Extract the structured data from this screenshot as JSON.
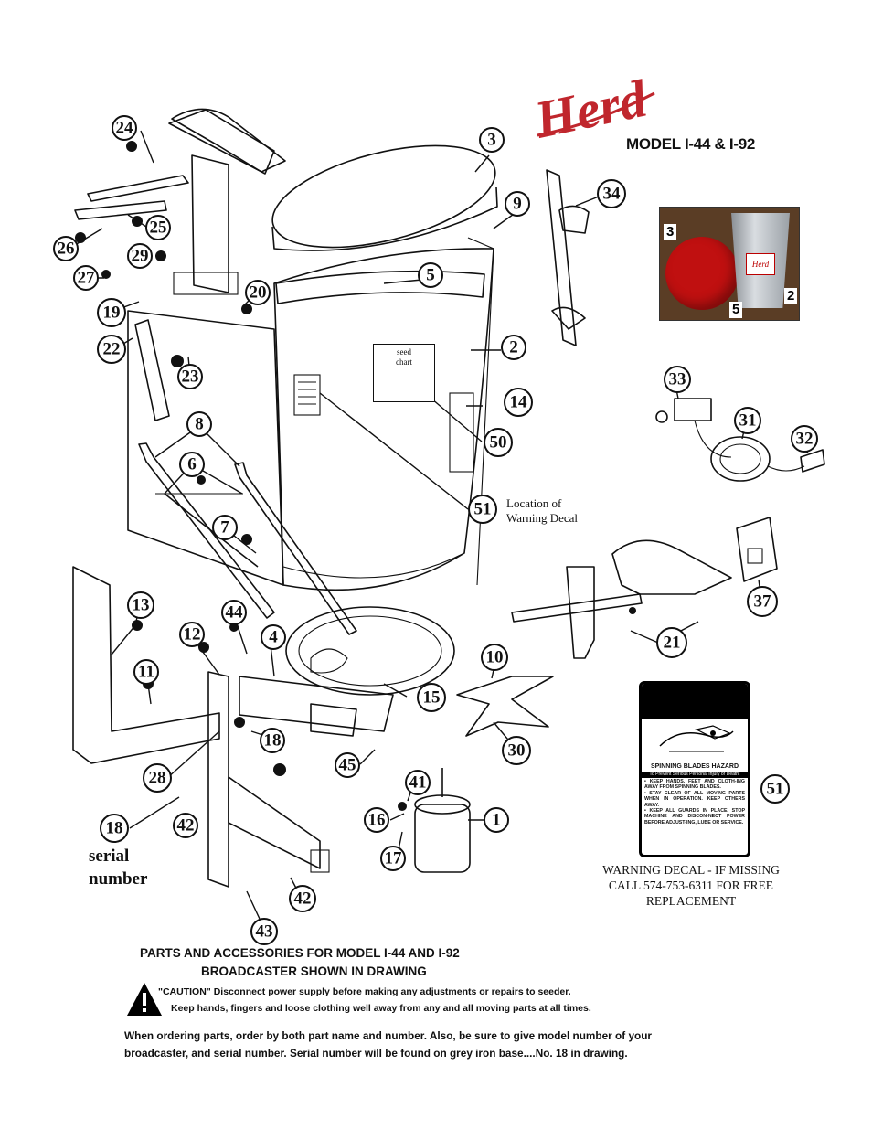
{
  "brand": {
    "logo_text": "Herd",
    "logo_color": "#c0262d"
  },
  "model_title": "MODEL I-44 & I-92",
  "photo": {
    "labels": [
      "3",
      "2",
      "5"
    ],
    "disc_color": "#c01010"
  },
  "seed_chart": {
    "line1": "seed",
    "line2": "chart"
  },
  "location_decal": {
    "line1": "Location of",
    "line2": "Warning Decal"
  },
  "callouts": [
    "1",
    "2",
    "3",
    "5",
    "6",
    "7",
    "8",
    "9",
    "10",
    "11",
    "12",
    "13",
    "14",
    "15",
    "16",
    "17",
    "18",
    "18",
    "19",
    "20",
    "21",
    "22",
    "23",
    "24",
    "25",
    "26",
    "27",
    "28",
    "29",
    "30",
    "31",
    "32",
    "33",
    "34",
    "37",
    "41",
    "42",
    "42",
    "43",
    "44",
    "45",
    "50",
    "51",
    "51",
    "4"
  ],
  "warning_decal": {
    "heading": "SPINNING BLADES HAZARD",
    "subheading": "To Prevent Serious Personal Injury or Death:",
    "lines": [
      "• KEEP HANDS, FEET AND CLOTH-ING AWAY FROM SPINNING BLADES.",
      "• STAY CLEAR OF ALL MOVING PARTS WHEN IN OPERATION. KEEP OTHERS AWAY.",
      "• KEEP ALL GUARDS IN PLACE. STOP MACHINE AND DISCON-NECT POWER BEFORE ADJUST-ING, LUBE OR SERVICE."
    ],
    "caption": "WARNING DECAL - IF MISSING CALL 574-753-6311 FOR FREE REPLACEMENT"
  },
  "serial": {
    "line1": "serial",
    "line2": "number"
  },
  "parts_heading": {
    "line1": "PARTS AND ACCESSORIES FOR MODEL I-44 AND I-92",
    "line2": "BROADCASTER SHOWN IN DRAWING"
  },
  "caution": {
    "line1": "\"CAUTION\"  Disconnect power supply before making any adjustments or repairs to seeder.",
    "line2": "Keep hands, fingers and loose clothing well away from any and all moving parts  at all times."
  },
  "ordering_note": "When ordering parts, order by both part name and number.  Also, be sure to give model number of your broadcaster, and serial number.  Serial number will be found on grey iron base....No. 18 in drawing."
}
